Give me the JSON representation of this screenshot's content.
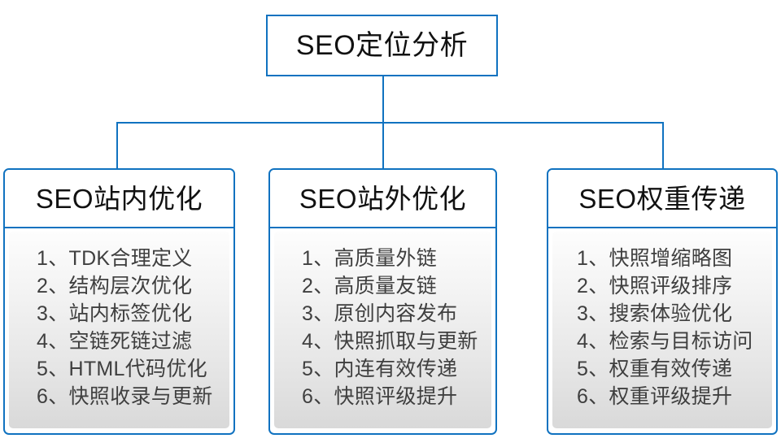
{
  "diagram": {
    "type": "hierarchy",
    "accent_color": "#1072c0",
    "title_color": "#111111",
    "item_color": "#3f3f3f",
    "root": {
      "label": "SEO定位分析"
    },
    "branches": [
      {
        "title": "SEO站内优化",
        "items": [
          "1、TDK合理定义",
          "2、结构层次优化",
          "3、站内标签优化",
          "4、空链死链过滤",
          "5、HTML代码优化",
          "6、快照收录与更新"
        ]
      },
      {
        "title": "SEO站外优化",
        "items": [
          "1、高质量外链",
          "2、高质量友链",
          "3、原创内容发布",
          "4、快照抓取与更新",
          "5、内连有效传递",
          "6、快照评级提升"
        ]
      },
      {
        "title": "SEO权重传递",
        "items": [
          "1、快照增缩略图",
          "2、快照评级排序",
          "3、搜索体验优化",
          "4、检索与目标访问",
          "5、权重有效传递",
          "6、权重评级提升"
        ]
      }
    ]
  }
}
